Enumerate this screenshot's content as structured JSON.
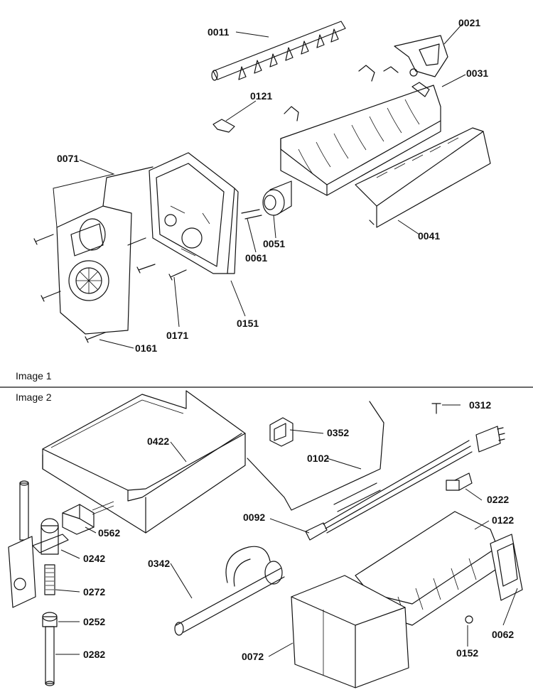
{
  "panels": [
    {
      "caption": "Image 1"
    },
    {
      "caption": "Image 2"
    }
  ],
  "callouts": {
    "p0011": "0011",
    "p0021": "0021",
    "p0031": "0031",
    "p0121": "0121",
    "p0071": "0071",
    "p0051": "0051",
    "p0061": "0061",
    "p0041": "0041",
    "p0151": "0151",
    "p0171": "0171",
    "p0161": "0161",
    "p0312": "0312",
    "p0352": "0352",
    "p0422": "0422",
    "p0102": "0102",
    "p0222": "0222",
    "p0092": "0092",
    "p0122": "0122",
    "p0562": "0562",
    "p0242": "0242",
    "p0342": "0342",
    "p0272": "0272",
    "p0252": "0252",
    "p0282": "0282",
    "p0072": "0072",
    "p0152": "0152",
    "p0062": "0062"
  }
}
